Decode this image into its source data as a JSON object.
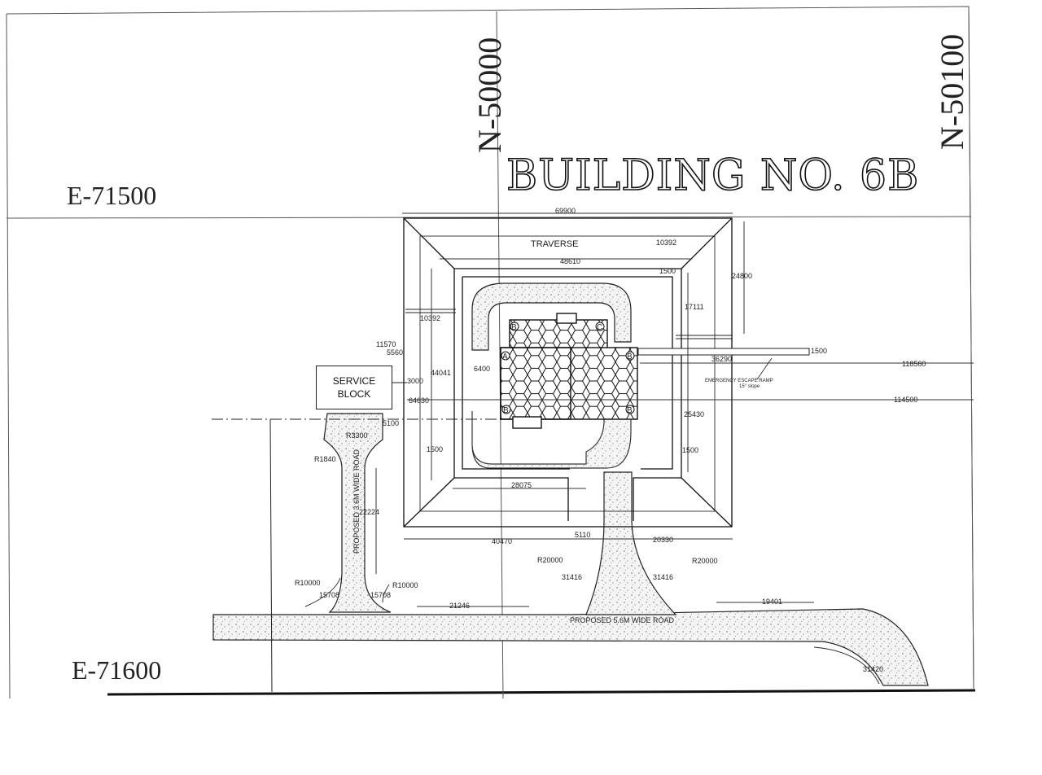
{
  "title": "BUILDING NO. 6B",
  "grid": {
    "north_lines": [
      "N-50000",
      "N-50100"
    ],
    "east_lines": [
      "E-71500",
      "E-71600"
    ]
  },
  "labels": {
    "traverse": "TRAVERSE",
    "service_block": [
      "SERVICE",
      "BLOCK"
    ],
    "road_56": "PROPOSED 5.6M WIDE ROAD",
    "road_36": "PROPOSED 3.6M WIDE ROAD",
    "escape_ramp": [
      "EMERGENCY ESCAPE RAMP",
      "15° slope"
    ]
  },
  "dimensions": {
    "d69900": "69900",
    "d48610": "48610",
    "d10392_top": "10392",
    "d24800": "24800",
    "d1500_top": "1500",
    "d17111": "17111",
    "d10392_left": "10392",
    "d11570": "11570",
    "d5560": "5560",
    "d44041": "44041",
    "d6400": "6400",
    "d3000": "3000",
    "d64630": "64630",
    "d5100": "5100",
    "d36290": "36290",
    "d118560": "118560",
    "d114500": "114500",
    "d25430": "25430",
    "d1500_left": "1500",
    "d1500_right": "1500",
    "d28075": "28075",
    "d40470": "40470",
    "d5110": "5110",
    "d20330": "20330",
    "dR3300": "R3300",
    "dR1840": "R1840",
    "d22224": "22224",
    "dR20000_left": "R20000",
    "dR20000_right": "R20000",
    "d31416_left": "31416",
    "d31416_right": "31416",
    "dR10000_left": "R10000",
    "dR10000_right": "R10000",
    "d15708_left": "15708",
    "d15708_right": "15708",
    "d21246": "21246",
    "d19401": "19401",
    "d31420": "31420",
    "d1500_ramp": "1500"
  },
  "cell_marks": [
    "A",
    "B",
    "C",
    "B",
    "B",
    "B"
  ]
}
